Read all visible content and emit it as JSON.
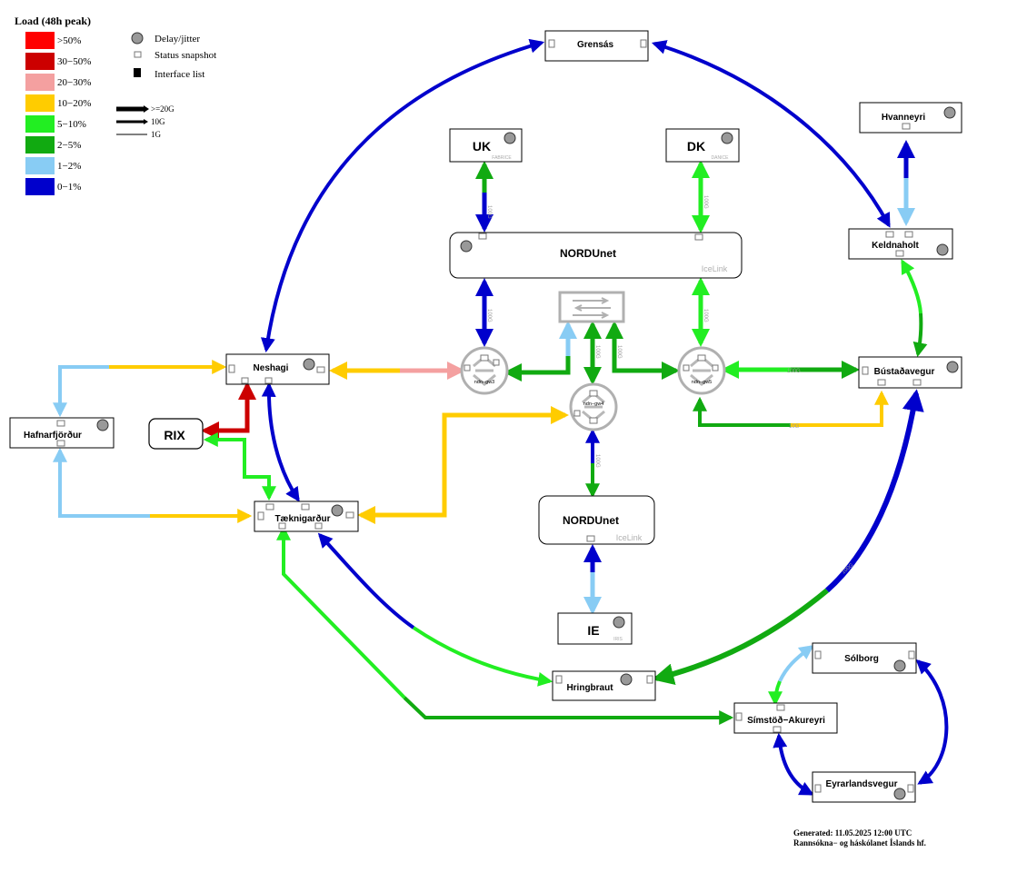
{
  "legend": {
    "title": "Load (48h peak)",
    "load_levels": [
      {
        "label": ">50%",
        "color": "#ff0000"
      },
      {
        "label": "30−50%",
        "color": "#cc0000"
      },
      {
        "label": "20−30%",
        "color": "#f4a0a0"
      },
      {
        "label": "10−20%",
        "color": "#ffcc00"
      },
      {
        "label": "5−10%",
        "color": "#22ee22"
      },
      {
        "label": "2−5%",
        "color": "#11aa11"
      },
      {
        "label": "1−2%",
        "color": "#88ccf4"
      },
      {
        "label": "0−1%",
        "color": "#0000cc"
      }
    ],
    "symbols": {
      "delay": "Delay/jitter",
      "snapshot": "Status snapshot",
      "interfaces": "Interface list"
    },
    "widths": [
      {
        "label": ">=20G"
      },
      {
        "label": "10G"
      },
      {
        "label": "1G"
      }
    ]
  },
  "nodes": {
    "grensas": "Grensás",
    "uk": "UK",
    "uk_sub": "FABRICE",
    "dk": "DK",
    "dk_sub": "DANICE",
    "hvanneyri": "Hvanneyri",
    "keldnaholt": "Keldnaholt",
    "nordunet_top": "NORDUnet",
    "nordunet_top_sub": "IceLink",
    "neshagi": "Neshagi",
    "bustadavegur": "Bústaðavegur",
    "hafnarfjordur": "Hafnarfjörður",
    "rix": "RIX",
    "taeknigardur": "Tæknigarður",
    "nordunet_mid": "NORDUnet",
    "nordunet_mid_sub": "IceLink",
    "ie": "IE",
    "ie_sub": "IRIS",
    "hringbraut": "Hringbraut",
    "solborg": "Sólborg",
    "simstod": "Símstöð−Akureyri",
    "eyrarlandsvegur": "Eyrarlandsvegur",
    "gw3": "ndn−gw3",
    "gw4": "ndn−gw4",
    "gw5": "ndn−gw5"
  },
  "link_labels": {
    "speed": "100G",
    "short": "10G"
  },
  "footer": {
    "generated": "Generated:  11.05.2025 12:00 UTC",
    "org": "Rannsókna− og háskólanet Íslands hf."
  }
}
